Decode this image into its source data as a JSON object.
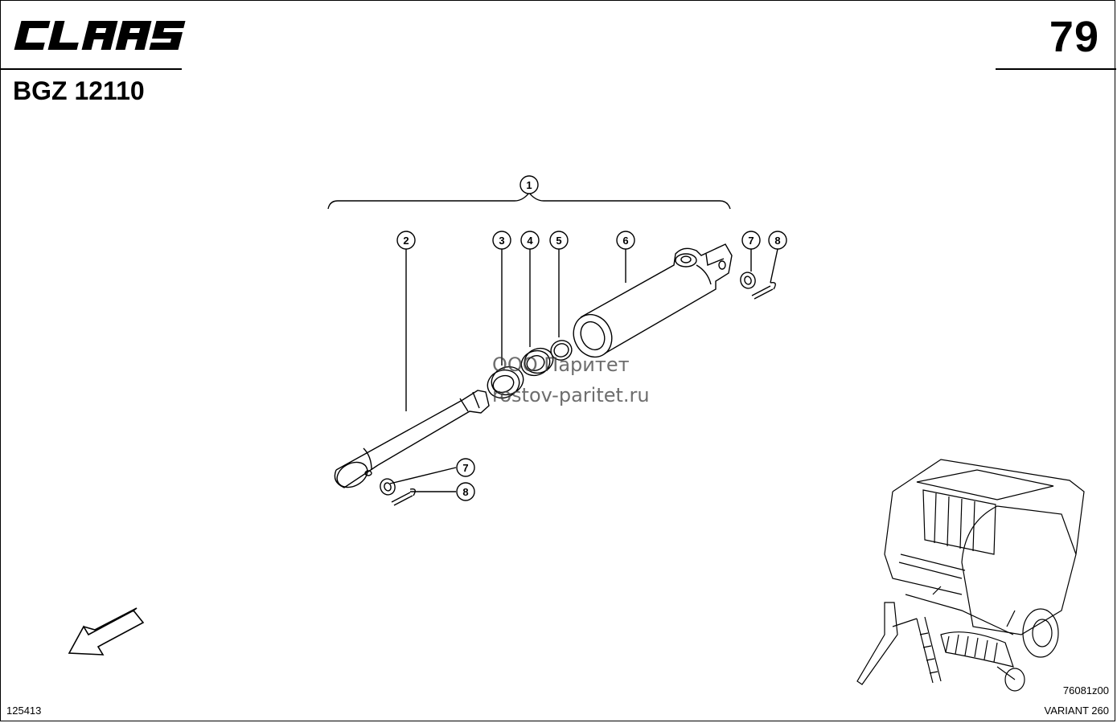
{
  "header": {
    "brand": "CLAAS",
    "page_number": "79",
    "group_code": "BGZ 12110"
  },
  "callouts": {
    "c1": "1",
    "c2": "2",
    "c3": "3",
    "c4": "4",
    "c5": "5",
    "c6": "6",
    "c7a": "7",
    "c8a": "8",
    "c7b": "7",
    "c8b": "8"
  },
  "watermark": {
    "line1": "ООО Паритет",
    "line2": "rostov-paritet.ru"
  },
  "footer": {
    "left_code": "125413",
    "drawing_code": "76081z00",
    "model": "VARIANT 260"
  },
  "icons": [
    "claas-logo-icon",
    "direction-arrow-icon",
    "machine-illustration-icon"
  ]
}
